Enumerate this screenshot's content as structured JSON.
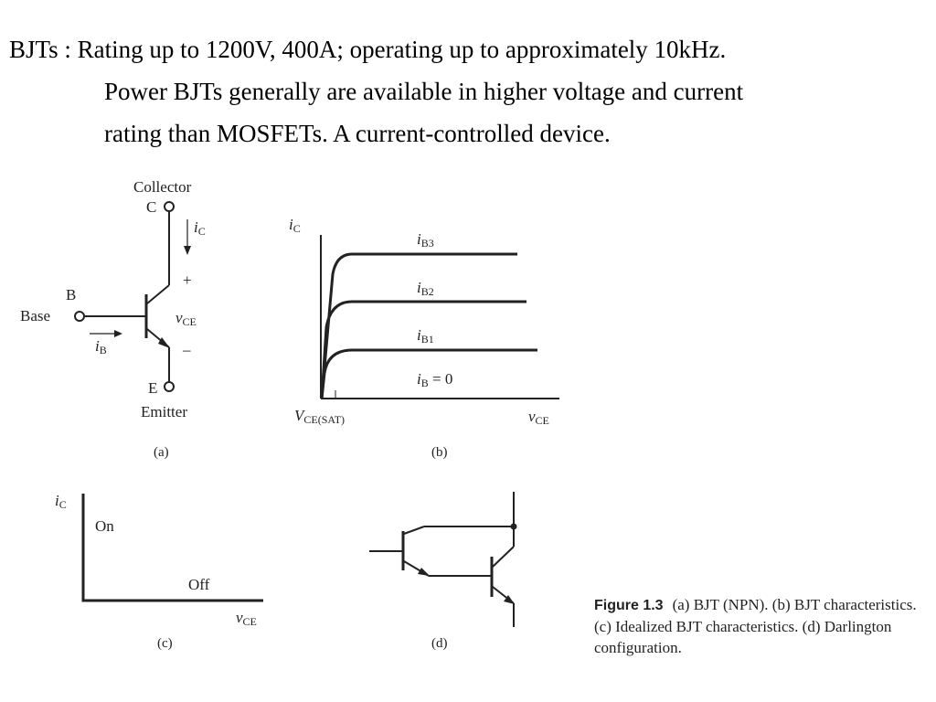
{
  "heading": {
    "line1": "BJTs : Rating up to 1200V, 400A; operating up to approximately 10kHz.",
    "line2": "Power BJTs generally are available in higher voltage and current",
    "line3": "rating than MOSFETs. A current-controlled device."
  },
  "panel_a": {
    "collector": "Collector",
    "c": "C",
    "ic": "i",
    "ic_sub": "C",
    "plus": "+",
    "b": "B",
    "base": "Base",
    "vce": "v",
    "vce_sub": "CE",
    "ib": "i",
    "ib_sub": "B",
    "minus": "–",
    "e": "E",
    "emitter": "Emitter",
    "tag": "(a)"
  },
  "panel_b": {
    "ic": "i",
    "ic_sub": "C",
    "ib3": "i",
    "ib3_sub": "B3",
    "ib2": "i",
    "ib2_sub": "B2",
    "ib1": "i",
    "ib1_sub": "B1",
    "ib0": "i",
    "ib0_sub": "B",
    "ib0_eq": " = 0",
    "vcesat": "V",
    "vcesat_sub": "CE(SAT)",
    "vce": "v",
    "vce_sub": "CE",
    "tag": "(b)"
  },
  "panel_c": {
    "ic": "i",
    "ic_sub": "C",
    "on": "On",
    "off": "Off",
    "vce": "v",
    "vce_sub": "CE",
    "tag": "(c)"
  },
  "panel_d": {
    "tag": "(d)"
  },
  "caption": {
    "label": "Figure 1.3",
    "text": "(a) BJT (NPN). (b) BJT characteristics. (c) Idealized BJT characteristics. (d) Darlington configuration."
  }
}
